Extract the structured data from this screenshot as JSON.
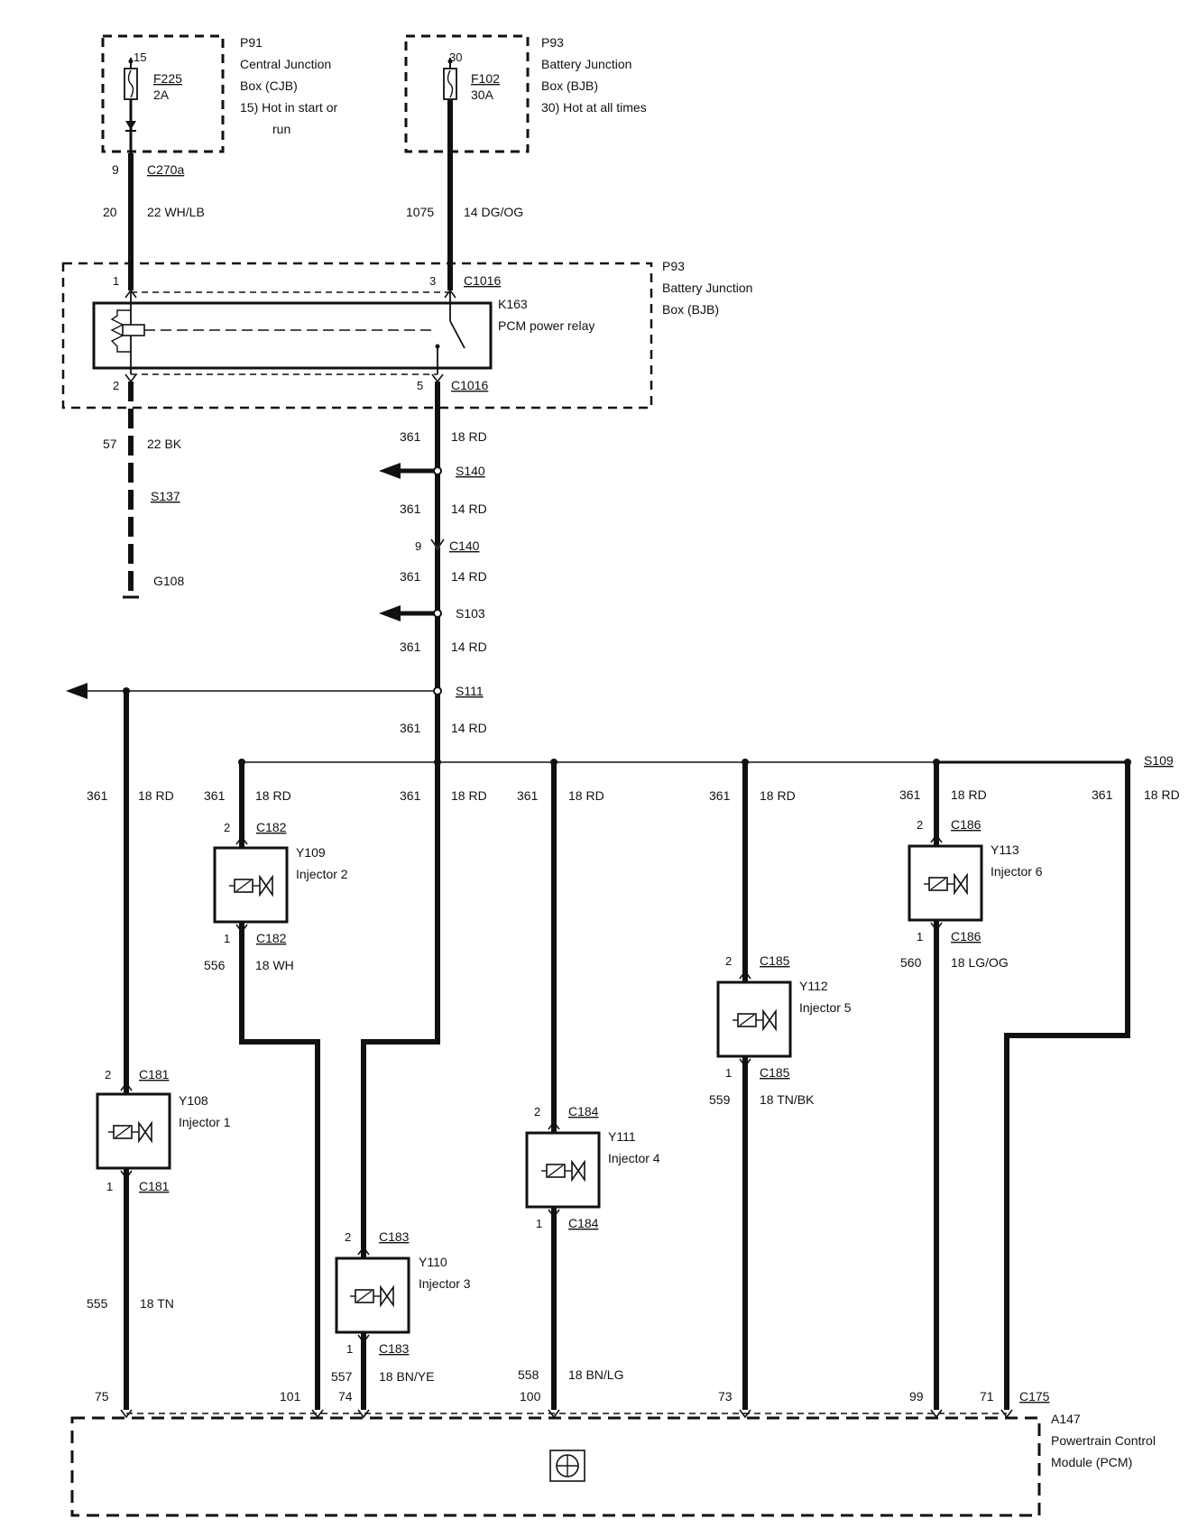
{
  "top": {
    "p91": {
      "id": "P91",
      "line1": "Central Junction",
      "line2": "Box (CJB)",
      "note1": "15)  Hot in start or",
      "note2": "run",
      "pin": "15",
      "fuse": "F225",
      "rating": "2A"
    },
    "p93": {
      "id": "P93",
      "line1": "Battery Junction",
      "line2": "Box (BJB)",
      "note": "30)  Hot at all times",
      "pin": "30",
      "fuse": "F102",
      "rating": "30A"
    },
    "c270a": {
      "pin": "9",
      "name": "C270a"
    },
    "wire_left": {
      "circuit": "20",
      "spec": "22 WH/LB"
    },
    "wire_right": {
      "circuit": "1075",
      "spec": "14 DG/OG"
    }
  },
  "bjb": {
    "id": "P93",
    "line1": "Battery Junction",
    "line2": "Box (BJB)",
    "pin1": "1",
    "pin3": "3",
    "pin2": "2",
    "pin5": "5",
    "c1016_top": "C1016",
    "c1016_bottom": "C1016",
    "relay_id": "K163",
    "relay_name": "PCM power relay"
  },
  "ground_branch": {
    "circuit": "57",
    "spec": "22 BK",
    "splice": "S137",
    "ground": "G108"
  },
  "feed": {
    "w1": {
      "circuit": "361",
      "spec": "18 RD"
    },
    "s140": "S140",
    "w2": {
      "circuit": "361",
      "spec": "14 RD"
    },
    "c140": {
      "pin": "9",
      "name": "C140"
    },
    "w3": {
      "circuit": "361",
      "spec": "14 RD"
    },
    "s103": "S103",
    "w4": {
      "circuit": "361",
      "spec": "14 RD"
    },
    "s111": "S111",
    "w5": {
      "circuit": "361",
      "spec": "14 RD"
    },
    "s109": "S109"
  },
  "branch_wires": [
    {
      "circuit": "361",
      "spec": "18 RD"
    },
    {
      "circuit": "361",
      "spec": "18 RD"
    },
    {
      "circuit": "361",
      "spec": "18 RD"
    },
    {
      "circuit": "361",
      "spec": "18 RD"
    },
    {
      "circuit": "361",
      "spec": "18 RD"
    },
    {
      "circuit": "361",
      "spec": "18 RD"
    },
    {
      "circuit": "361",
      "spec": "18 RD"
    }
  ],
  "injectors": [
    {
      "id": "Y108",
      "name": "Injector 1",
      "conn": "C181",
      "pin_top": "2",
      "pin_bottom": "1",
      "circuit": "555",
      "spec": "18 TN",
      "pcm_pin": "75"
    },
    {
      "id": "Y109",
      "name": "Injector 2",
      "conn": "C182",
      "pin_top": "2",
      "pin_bottom": "1",
      "circuit": "556",
      "spec": "18 WH",
      "pcm_pin": "101"
    },
    {
      "id": "Y110",
      "name": "Injector 3",
      "conn": "C183",
      "pin_top": "2",
      "pin_bottom": "1",
      "circuit": "557",
      "spec": "18 BN/YE",
      "pcm_pin": "74"
    },
    {
      "id": "Y111",
      "name": "Injector 4",
      "conn": "C184",
      "pin_top": "2",
      "pin_bottom": "1",
      "circuit": "558",
      "spec": "18 BN/LG",
      "pcm_pin": "100"
    },
    {
      "id": "Y112",
      "name": "Injector 5",
      "conn": "C185",
      "pin_top": "2",
      "pin_bottom": "1",
      "circuit": "559",
      "spec": "18 TN/BK",
      "pcm_pin": "73"
    },
    {
      "id": "Y113",
      "name": "Injector 6",
      "conn": "C186",
      "pin_top": "2",
      "pin_bottom": "1",
      "circuit": "560",
      "spec": "18 LG/OG",
      "pcm_pin": "99"
    }
  ],
  "pcm": {
    "id": "A147",
    "line1": "Powertrain Control",
    "line2": "Module (PCM)",
    "conn": "C175",
    "extra_pin": "71"
  },
  "colors": {
    "line": "#111111",
    "background": "#ffffff"
  }
}
